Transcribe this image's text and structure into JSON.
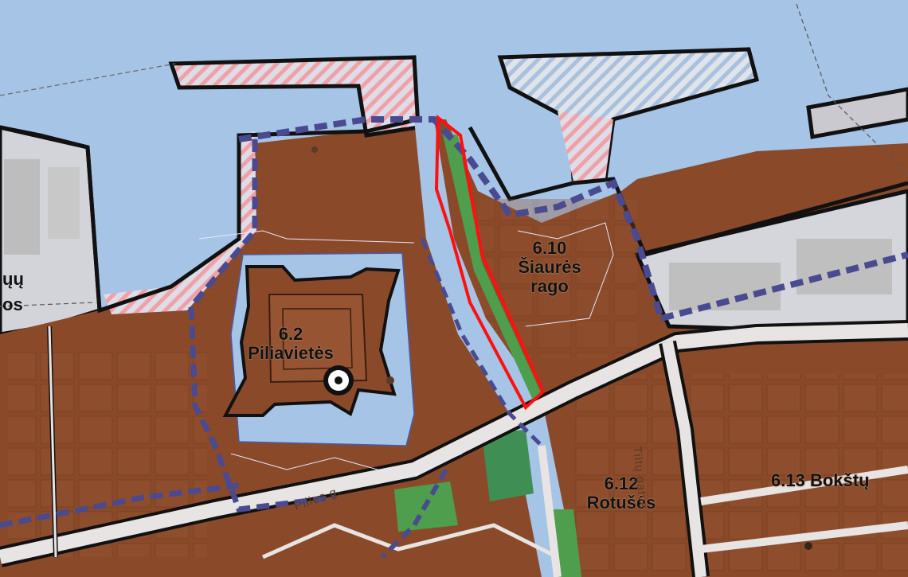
{
  "map": {
    "zones": [
      {
        "id": "6.2",
        "code": "6.2",
        "name": "Piliavietės"
      },
      {
        "id": "6.10",
        "code": "6.10",
        "name_line1": "Šiaurės",
        "name_line2": "rago"
      },
      {
        "id": "6.12",
        "code": "6.12",
        "name": "Rotušės"
      },
      {
        "id": "6.13",
        "code": "6.13",
        "name": "Bokštų"
      }
    ],
    "streets": {
      "pilies": "Pilies g.",
      "vertical": "Tiltų gatvė"
    },
    "edge_text": {
      "top": "ųų",
      "bottom": "os"
    },
    "colors": {
      "water": "#a6c4e5",
      "built_area": "#8a4a2a",
      "green_area": "#4e9e4e",
      "road": "#e8e4e4",
      "protection_boundary": "#4a4a90",
      "highlight_outline": "#ff1010",
      "hatch_pink": "#f2a0a8",
      "industrial_gray": "#bfbfbf"
    },
    "icons": {
      "monument_marker": "circle-monument-icon"
    }
  }
}
